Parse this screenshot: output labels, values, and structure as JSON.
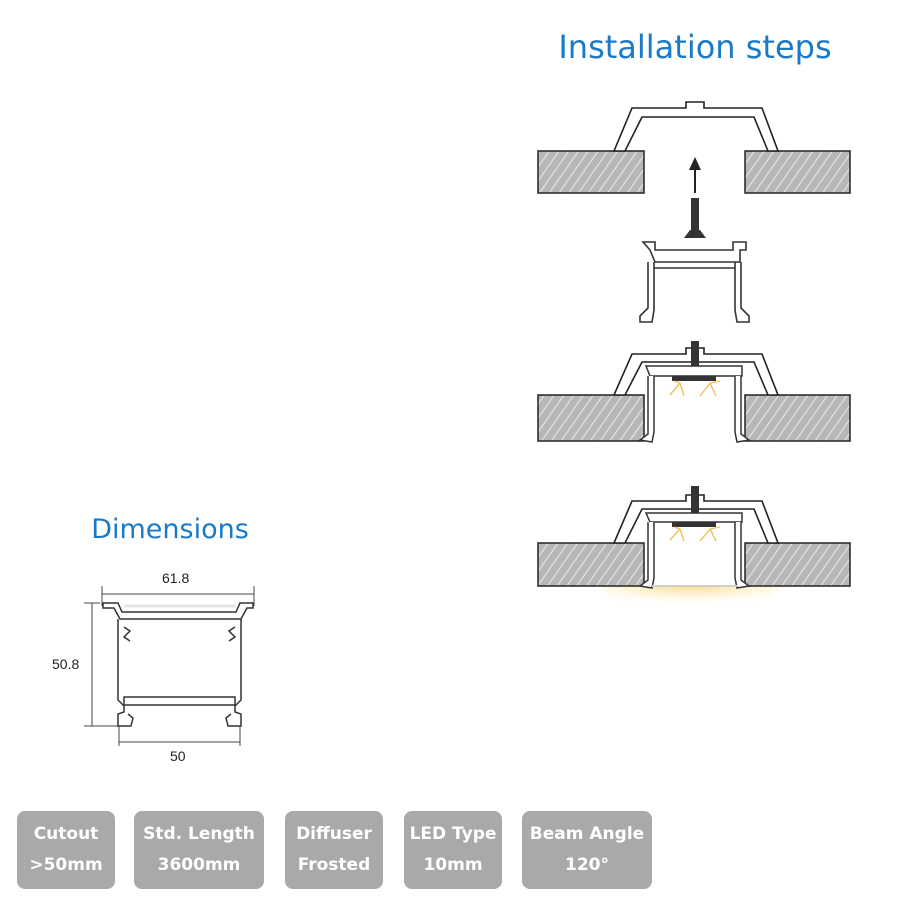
{
  "installation": {
    "title": "Installation steps"
  },
  "dimensions": {
    "title": "Dimensions",
    "top_width": "61.8",
    "height": "50.8",
    "bottom_width": "50"
  },
  "specs": [
    {
      "label": "Cutout",
      "value": ">50mm"
    },
    {
      "label": "Std. Length",
      "value": "3600mm"
    },
    {
      "label": "Diffuser",
      "value": "Frosted"
    },
    {
      "label": "LED Type",
      "value": "10mm"
    },
    {
      "label": "Beam Angle",
      "value": "120°"
    }
  ],
  "colors": {
    "title_blue": "#1a7ac8",
    "badge_gray": "#a9a9a9",
    "ceiling_gray": "#bdbdbd",
    "light_glow": "#f6dc8c"
  }
}
